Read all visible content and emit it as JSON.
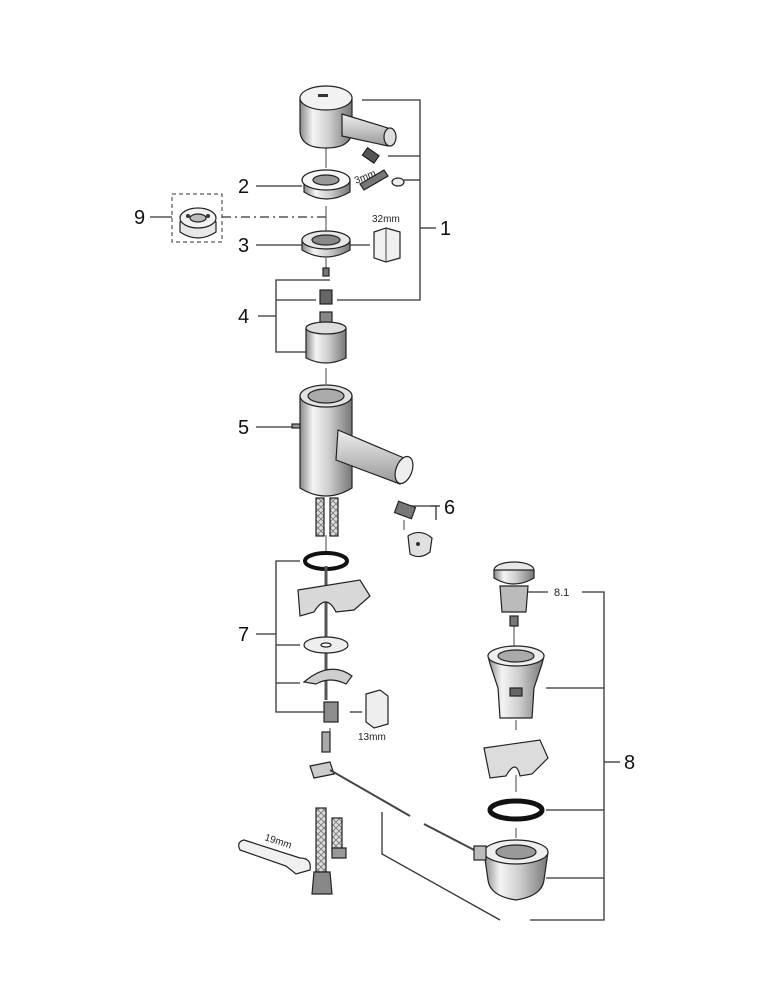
{
  "callouts": {
    "c1": "1",
    "c2": "2",
    "c3": "3",
    "c4": "4",
    "c5": "5",
    "c6": "6",
    "c7": "7",
    "c8": "8",
    "c8_1": "8.1",
    "c9": "9"
  },
  "tool_labels": {
    "hex_key": "3mm",
    "socket_32": "32mm",
    "socket_13": "13mm",
    "wrench_19": "19mm"
  }
}
